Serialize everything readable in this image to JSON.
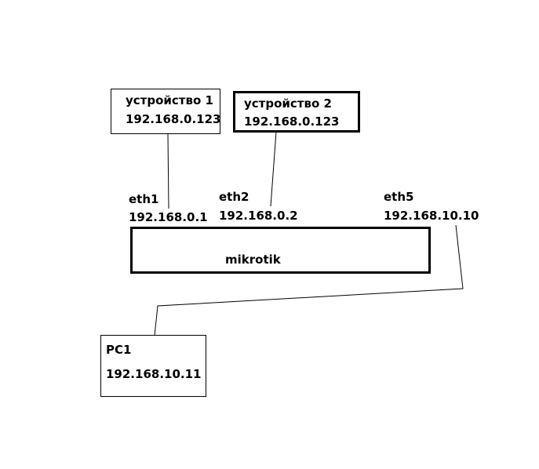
{
  "device1": {
    "name": "устройство 1",
    "ip": "192.168.0.123"
  },
  "device2": {
    "name": "устройство 2",
    "ip": "192.168.0.123"
  },
  "router": {
    "name": "mikrotik"
  },
  "eth1": {
    "name": "eth1",
    "ip": "192.168.0.1"
  },
  "eth2": {
    "name": "eth2",
    "ip": "192.168.0.2"
  },
  "eth5": {
    "name": "eth5",
    "ip": "192.168.10.10"
  },
  "pc1": {
    "name": "PC1",
    "ip": "192.168.10.11"
  }
}
